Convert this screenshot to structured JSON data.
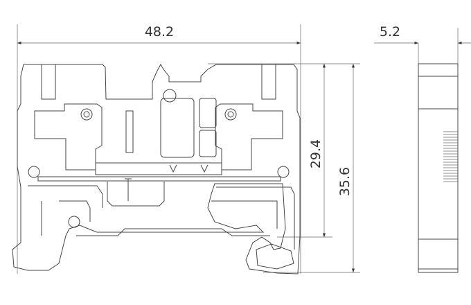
{
  "drawing": {
    "front_view": {
      "width_label": "48.2",
      "inner_height_label": "29.4",
      "total_height_label": "35.6"
    },
    "side_view": {
      "width_label": "5.2"
    }
  }
}
